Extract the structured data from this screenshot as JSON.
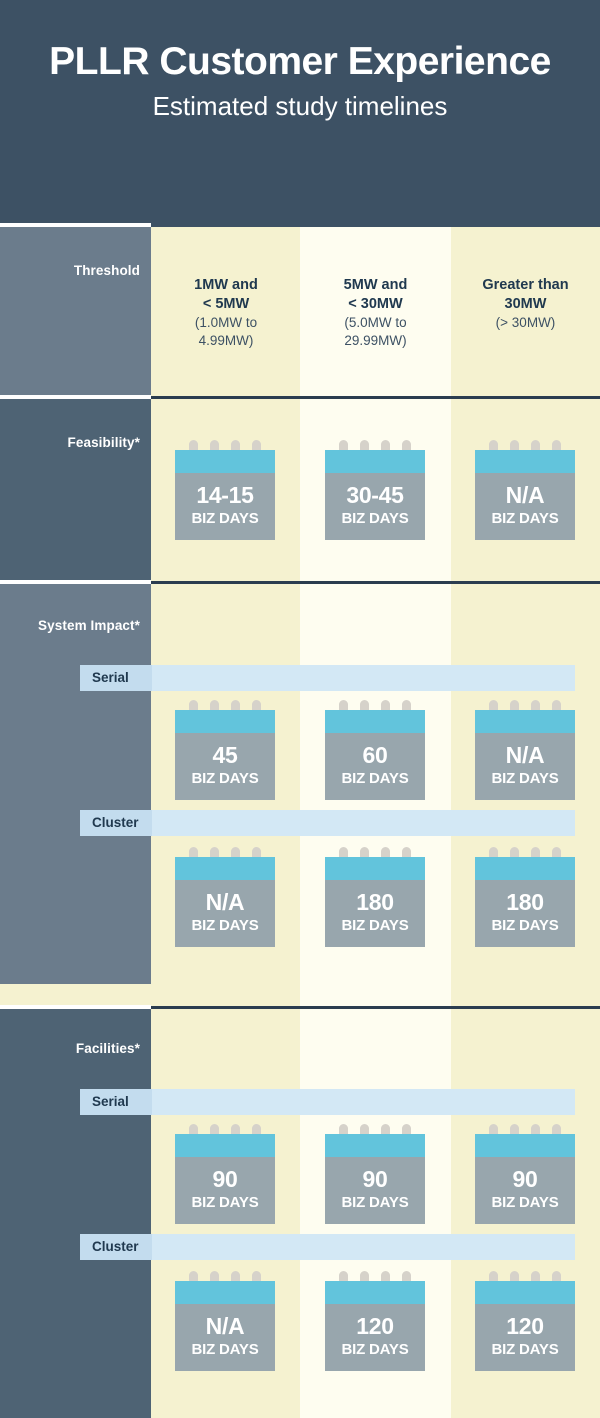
{
  "header": {
    "title": "PLLR Customer Experience",
    "subtitle": "Estimated study timelines"
  },
  "colors": {
    "header_bg": "#3D5164",
    "sidebar_dark": "#4E6374",
    "sidebar_light": "#6B7C8C",
    "column_cream": "#F5F2D0",
    "column_white": "#FEFDF0",
    "band_blue": "#D3E8F5",
    "band_chip_blue": "#C3DCEE",
    "calendar_top_teal": "#62C4DC",
    "calendar_body_gray": "#98A6AD",
    "calendar_ring_gray": "#D6D2CA",
    "separator_dark": "#2B3D4F",
    "text_navy": "#20394F"
  },
  "threshold_row": {
    "label": "Threshold",
    "columns": [
      {
        "big_line1": "1MW and",
        "big_line2": "< 5MW",
        "small_line1": "(1.0MW to",
        "small_line2": "4.99MW)"
      },
      {
        "big_line1": "5MW and",
        "big_line2": "< 30MW",
        "small_line1": "(5.0MW to",
        "small_line2": "29.99MW)"
      },
      {
        "big_line1": "Greater than",
        "big_line2": "30MW",
        "small_line1": "(> 30MW)",
        "small_line2": ""
      }
    ]
  },
  "unit_label": "BIZ DAYS",
  "sections": [
    {
      "label": "Feasibility*",
      "sidebar_tone": "dark",
      "modes": [
        {
          "name": "",
          "values": [
            "14-15",
            "30-45",
            "N/A"
          ]
        }
      ]
    },
    {
      "label": "System Impact*",
      "sidebar_tone": "light",
      "modes": [
        {
          "name": "Serial",
          "values": [
            "45",
            "60",
            "N/A"
          ]
        },
        {
          "name": "Cluster",
          "values": [
            "N/A",
            "180",
            "180"
          ]
        }
      ]
    },
    {
      "label": "Facilities*",
      "sidebar_tone": "dark",
      "modes": [
        {
          "name": "Serial",
          "values": [
            "90",
            "90",
            "90"
          ]
        },
        {
          "name": "Cluster",
          "values": [
            "N/A",
            "120",
            "120"
          ]
        }
      ]
    }
  ],
  "chart_data": {
    "type": "table",
    "title": "PLLR Customer Experience — Estimated study timelines",
    "row_header": "Threshold",
    "categories": [
      "1MW and < 5MW (1.0MW to 4.99MW)",
      "5MW and < 30MW (5.0MW to 29.99MW)",
      "Greater than 30MW (> 30MW)"
    ],
    "unit": "BIZ DAYS",
    "series": [
      {
        "name": "Feasibility*",
        "mode": "",
        "values": [
          "14-15",
          "30-45",
          "N/A"
        ]
      },
      {
        "name": "System Impact*",
        "mode": "Serial",
        "values": [
          "45",
          "60",
          "N/A"
        ]
      },
      {
        "name": "System Impact*",
        "mode": "Cluster",
        "values": [
          "N/A",
          "180",
          "180"
        ]
      },
      {
        "name": "Facilities*",
        "mode": "Serial",
        "values": [
          "90",
          "90",
          "90"
        ]
      },
      {
        "name": "Facilities*",
        "mode": "Cluster",
        "values": [
          "N/A",
          "120",
          "120"
        ]
      }
    ]
  }
}
